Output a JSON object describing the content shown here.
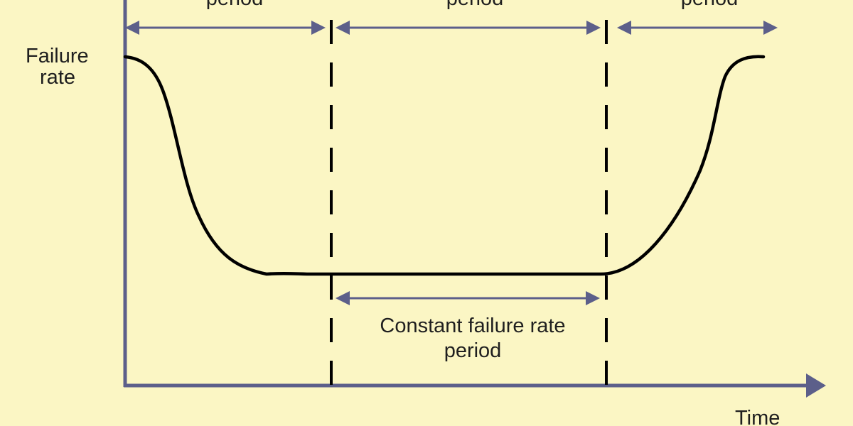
{
  "diagram": {
    "y_axis_label_line1": "Failure",
    "y_axis_label_line2": "rate",
    "x_axis_label": "Time",
    "top_period_left": "period",
    "top_period_middle": "period",
    "top_period_right": "period",
    "constant_period_line1": "Constant failure rate",
    "constant_period_line2": "period"
  },
  "colors": {
    "background": "#fbf6c4",
    "axis": "#5c5f8a",
    "arrow": "#5c5f8a",
    "curve": "#000000",
    "text": "#1f1f1f"
  }
}
